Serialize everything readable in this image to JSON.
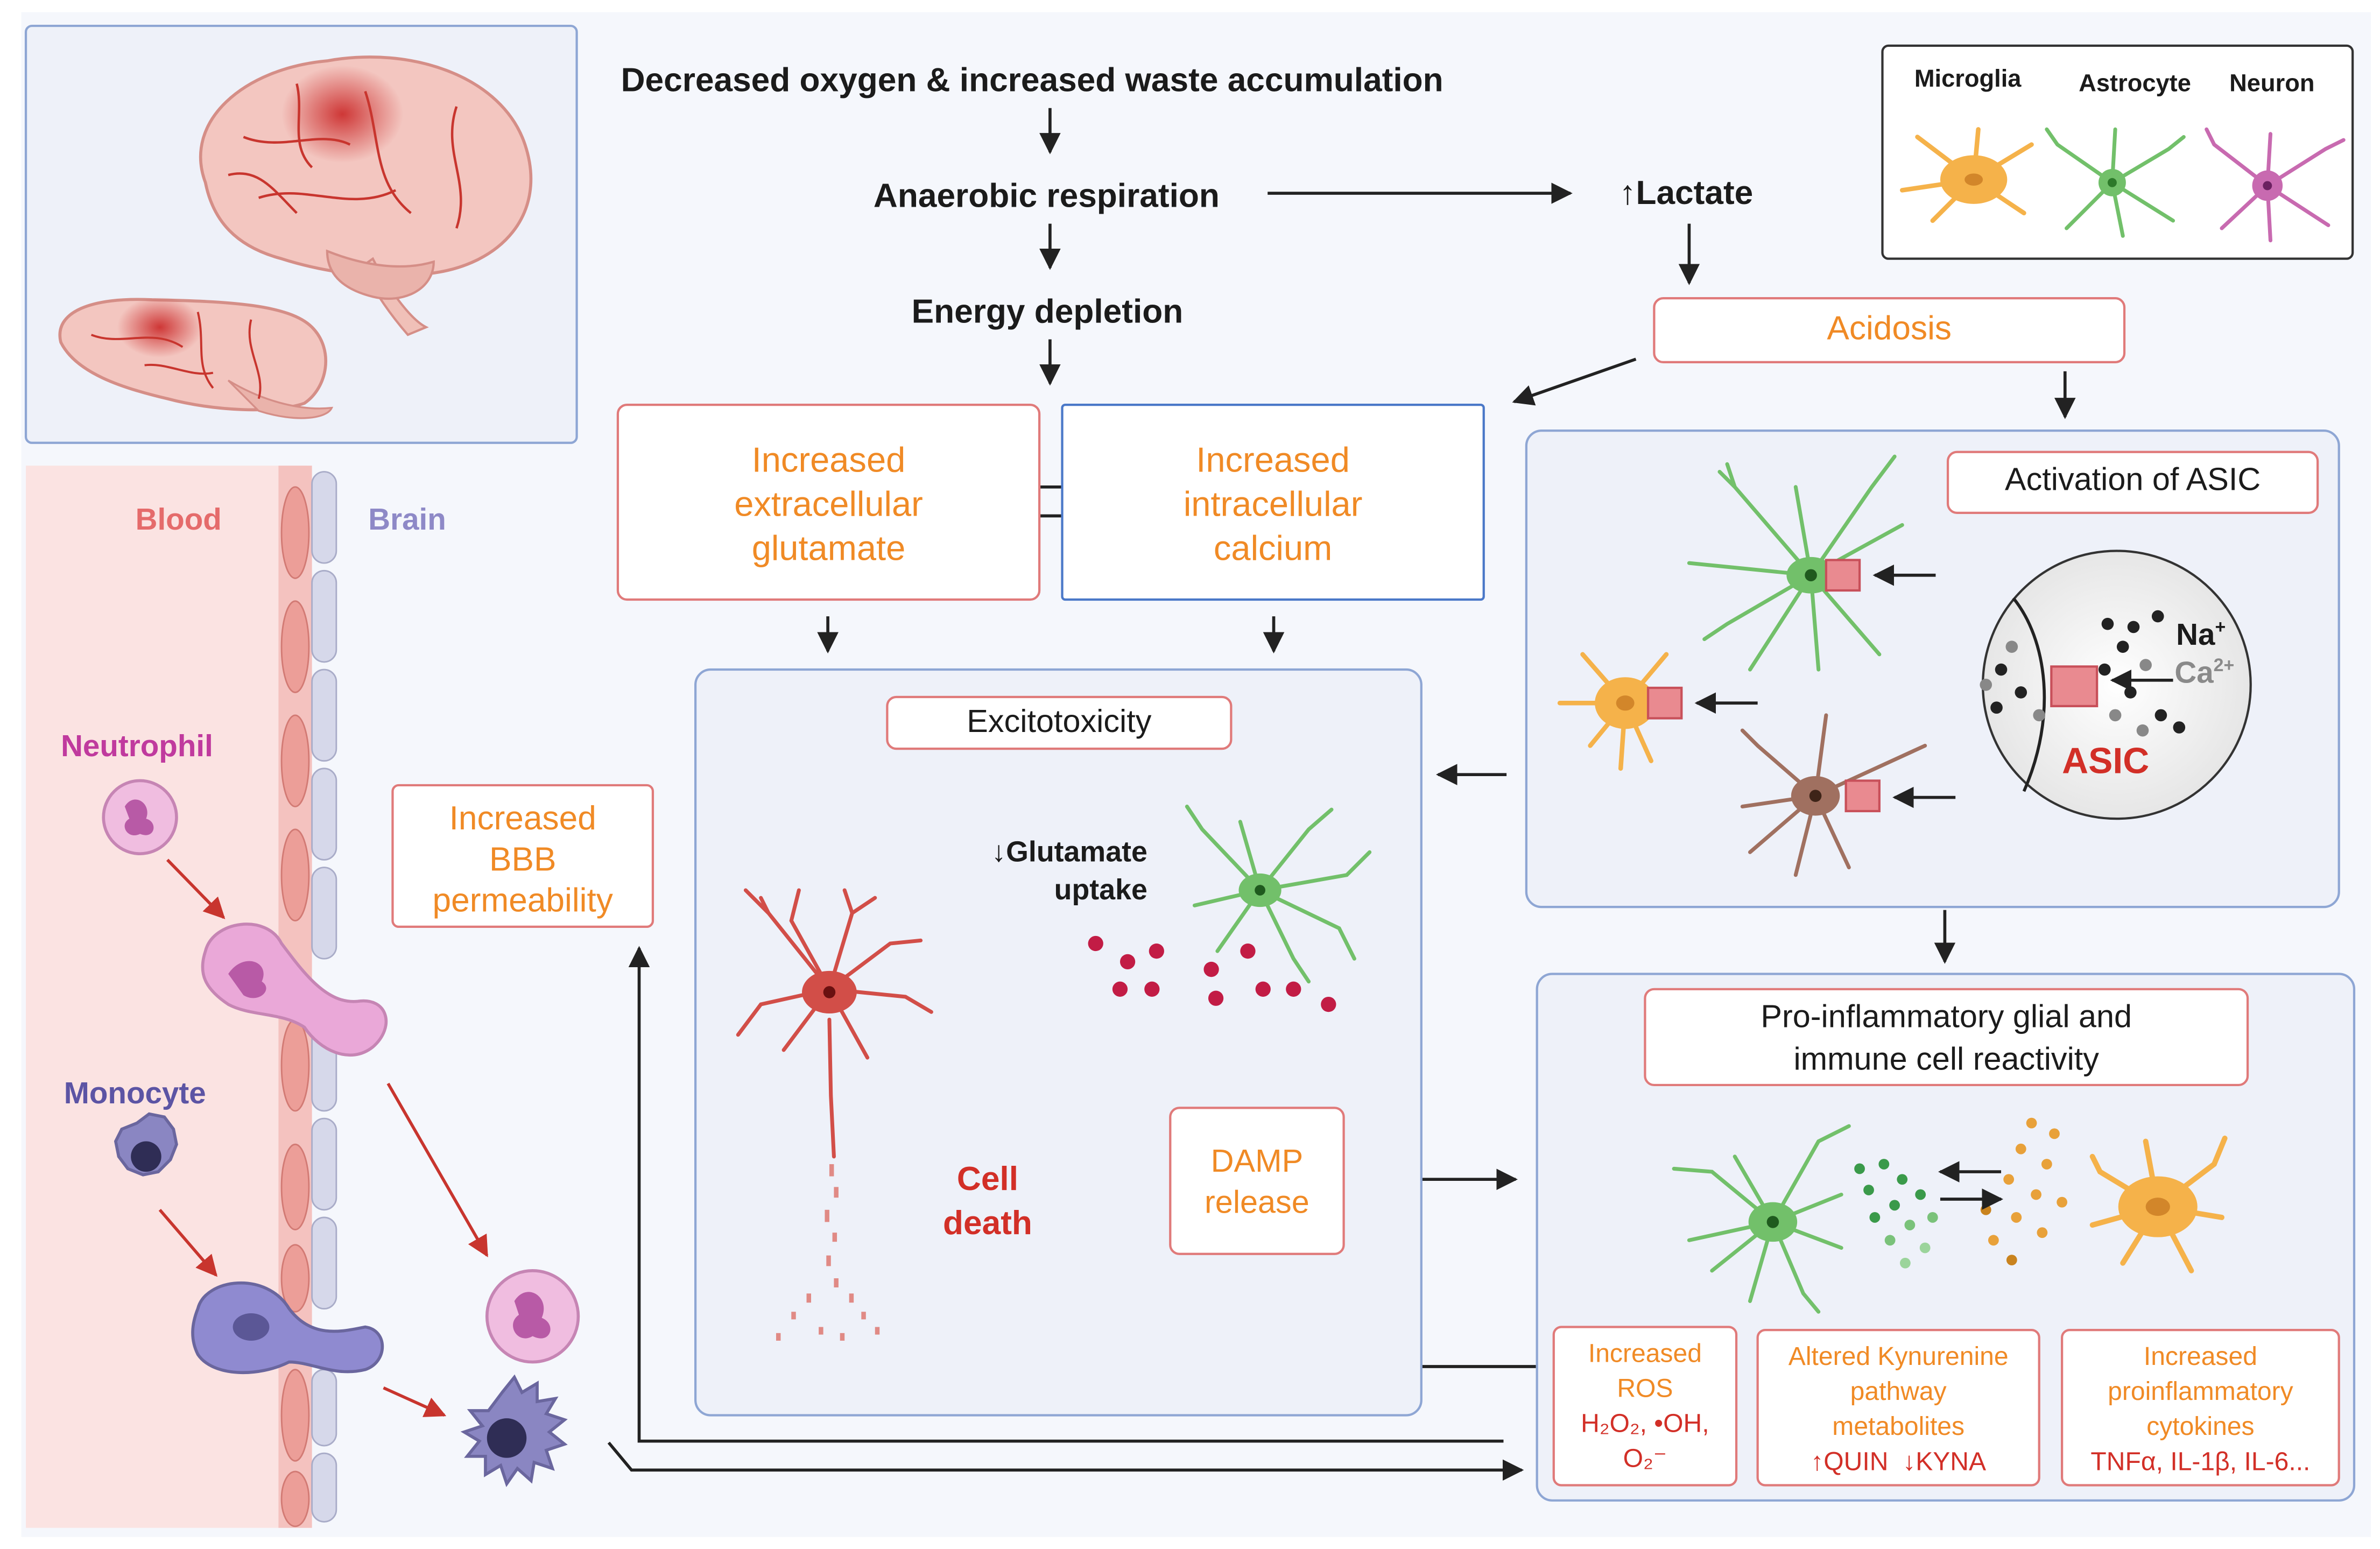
{
  "pathway": {
    "step1": "Decreased oxygen & increased waste accumulation",
    "step2": "Anaerobic respiration",
    "step3": "Energy depletion",
    "lactate": "↑Lactate",
    "acidosis": "Acidosis"
  },
  "legend": {
    "microglia": "Microglia",
    "astrocyte": "Astrocyte",
    "neuron": "Neuron"
  },
  "barrier": {
    "blood_label": "Blood",
    "brain_label": "Brain",
    "neutrophil_label": "Neutrophil",
    "monocyte_label": "Monocyte",
    "bbb_line1": "Increased",
    "bbb_line2": "BBB",
    "bbb_line3": "permeability"
  },
  "glutamate_box": {
    "line1": "Increased",
    "line2": "extracellular",
    "line3": "glutamate"
  },
  "calcium_box": {
    "line1": "Increased",
    "line2": "intracellular",
    "line3": "calcium"
  },
  "excitotoxicity": {
    "title": "Excitotoxicity",
    "uptake_line1": "↓Glutamate",
    "uptake_line2": "uptake",
    "cell_death_line1": "Cell",
    "cell_death_line2": "death",
    "damp_line1": "DAMP",
    "damp_line2": "release"
  },
  "asic": {
    "title": "Activation of ASIC",
    "na": "Na",
    "na_sup": "+",
    "ca": "Ca",
    "ca_sup": "2+",
    "channel": "ASIC"
  },
  "inflammation": {
    "title_line1": "Pro-inflammatory glial and",
    "title_line2": "immune cell reactivity",
    "ros": {
      "line1": "Increased",
      "line2": "ROS",
      "line3": "H₂O₂, •OH,",
      "line4": "O₂⁻"
    },
    "kyn": {
      "line1": "Altered Kynurenine",
      "line2": "pathway",
      "line3": "metabolites",
      "line4": "↑QUIN  ↓KYNA"
    },
    "cyto": {
      "line1": "Increased",
      "line2": "proinflammatory",
      "line3": "cytokines",
      "line4": "TNFα, IL-1β, IL-6..."
    }
  },
  "colors": {
    "orange_text": "#f08a25",
    "red_text": "#d22f27",
    "box_red_border": "#e07a7a",
    "panel_blue_border": "#8ea6d4",
    "panel_fill": "#eef1f9",
    "blood_fill": "#fbe3e2",
    "microglia": "#f5b24a",
    "astrocyte": "#72c06a",
    "neuron": "#c86ab0"
  }
}
